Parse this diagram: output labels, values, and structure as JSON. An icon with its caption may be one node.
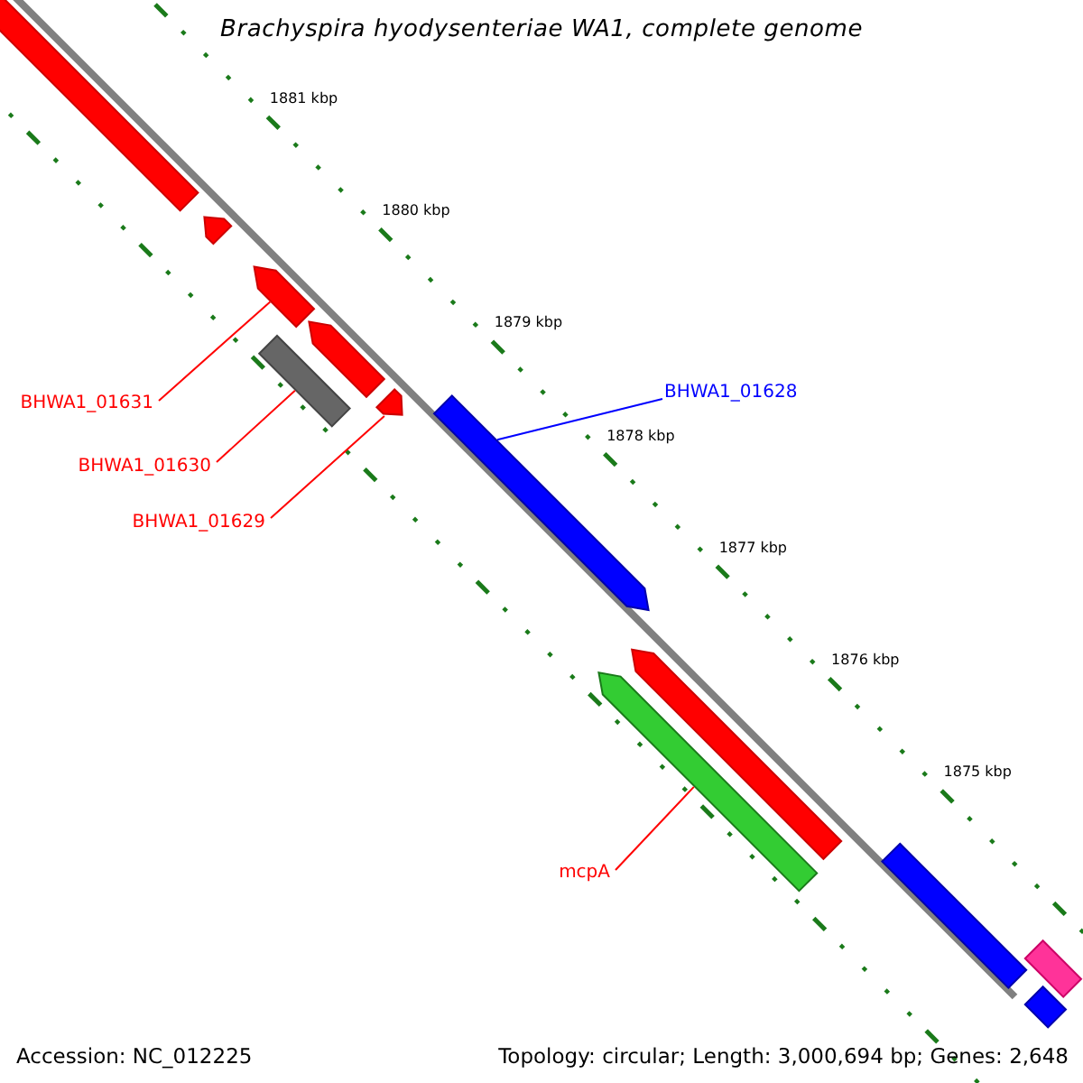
{
  "diagram": {
    "title": "Brachyspira hyodysenteriae WA1, complete genome",
    "nodes": [
      {
        "text": [
          "BHWA1_01631"
        ]
      },
      {
        "text": [],
        "shape": "bar"
      },
      {
        "text": [
          "BHWA1_01630"
        ]
      },
      {
        "text": [],
        "shape": "bar"
      },
      {
        "text": [
          "BHWA1_01629"
        ]
      },
      {
        "text": [],
        "shape": "bar"
      },
      {
        "text": [
          "BHWA1_01628"
        ]
      },
      {
        "text": [],
        "shape": "bar"
      },
      {
        "text": [
          "mcpA"
        ]
      },
      {
        "text": [],
        "shape": "bar"
      },
      {
        "text": [],
        "shape": "bar"
      },
      {
        "text": [],
        "shape": "bar"
      },
      {
        "text": [],
        "shape": "bar"
      },
      {
        "text": [],
        "shape": "bar"
      },
      {
        "text": [],
        "shape": "bar"
      },
      {
        "text": [],
        "shape": "bar"
      },
      {
        "text": [],
        "shape": "bar"
      }
    ],
    "edges": [
      {
        "from": 0,
        "to": 1,
        "arrow": "none"
      },
      {
        "from": 2,
        "to": 3,
        "arrow": "none"
      },
      {
        "from": 4,
        "to": 5,
        "arrow": "none"
      },
      {
        "from": 6,
        "to": 7,
        "arrow": "none",
        "color": "#0000ff"
      },
      {
        "from": 8,
        "to": 9,
        "arrow": "none"
      }
    ],
    "labels": [
      "1881 kbp",
      "1880 kbp",
      "1879 kbp",
      "1878 kbp",
      "1877 kbp",
      "1876 kbp",
      "1875 kbp",
      "Accession: NC_012225",
      "Topology: circular; Length: 3,000,694 bp; Genes: 2,648"
    ]
  }
}
